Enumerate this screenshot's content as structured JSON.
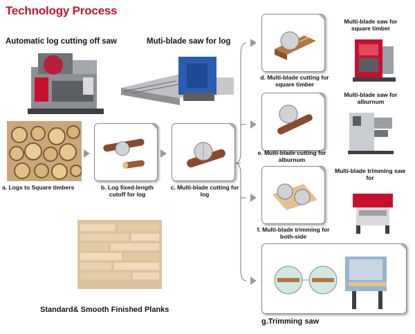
{
  "title": "Technology Process",
  "headers": {
    "left": "Automatic log cutting off saw",
    "right": "Muti-blade saw for log"
  },
  "steps": {
    "a": "a. Logs to Square timbers",
    "b": "b. Log fixed-length cutoff for log",
    "c": "c. Multi-blade cutting for log",
    "d": "d. Multi-blade cutting for square timber",
    "e": "e. Multi-blade cutting for alburnum",
    "f": "f. Multi-blade trimming for both-side",
    "g": "g.Trimming saw"
  },
  "machines": {
    "d": "Multi-blade saw for square timber",
    "e": "Multi-blade saw for alburnum",
    "f": "Multi-blade trimming saw for"
  },
  "planks": "Standard& Smooth Finished Planks",
  "colors": {
    "title": "#c8102e",
    "arrow": "#9a9a9a",
    "machine_blue": "#2a5db0"
  }
}
